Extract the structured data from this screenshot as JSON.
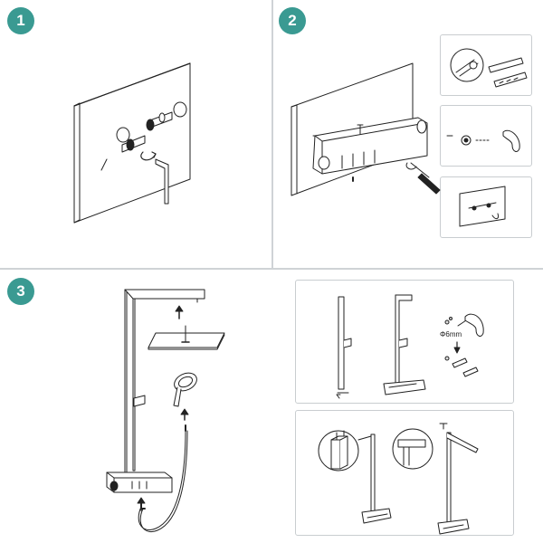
{
  "steps": [
    {
      "number": "1"
    },
    {
      "number": "2"
    },
    {
      "number": "3"
    }
  ],
  "colors": {
    "badge": "#3a9a92",
    "divider": "#cfd3d6",
    "line": "#222222"
  },
  "annotations": {
    "drill_diameter": "Φ6mm"
  }
}
